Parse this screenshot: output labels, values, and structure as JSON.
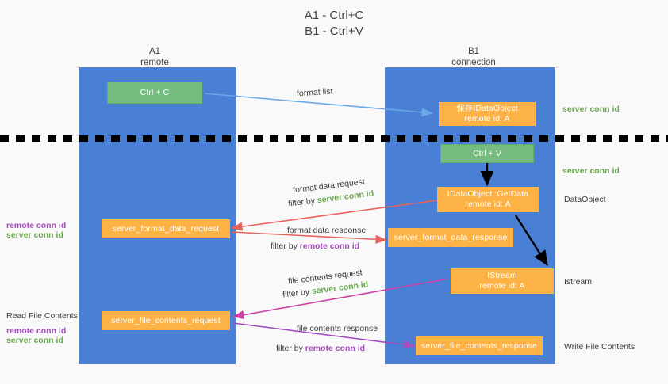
{
  "title": "A1 - Ctrl+C\nB1 - Ctrl+V",
  "columns": {
    "left": {
      "name": "A1",
      "sub": "remote",
      "header": "A1\nremote"
    },
    "right": {
      "name": "B1",
      "sub": "connection",
      "header": "B1\nconnection"
    }
  },
  "colors": {
    "lane": "#4a7fd6",
    "green_box": "#76bb7f",
    "orange_box": "#fcb245",
    "server_conn_green": "#6aa84f",
    "remote_conn_purple": "#a64dbf",
    "arrow_blue": "#6aa8e8",
    "arrow_red": "#e8635c",
    "arrow_magenta": "#cc3fa8",
    "arrow_purple": "#a64dbf",
    "arrow_black": "#000000",
    "background": "#f9f9f9",
    "text": "#3c3c3c"
  },
  "nodes": {
    "ctrl_c": "Ctrl + C",
    "ctrl_v": "Ctrl + V",
    "idataobject_remote": "保存IDataObject\nremote id: A",
    "idataobject_getdata": "IDataObject::GetData\nremote id: A",
    "istream": "IStream\nremote id: A",
    "server_format_data_request": "server_format_data_request",
    "server_format_data_response": "server_format_data_response",
    "server_file_contents_request": "server_file_contents_request",
    "server_file_contents_response": "server_file_contents_response"
  },
  "edge_labels": {
    "format_list": "format list",
    "format_data_request": "format data request",
    "format_data_request_filter_prefix": "filter by ",
    "format_data_request_filter_value": "server conn id",
    "format_data_response": "format data response",
    "format_data_response_filter_prefix": "filter by ",
    "format_data_response_filter_value": "remote conn id",
    "file_contents_request": "file contents request",
    "file_contents_request_filter_prefix": "filter by ",
    "file_contents_request_filter_value": "server conn id",
    "file_contents_response": "file contents response",
    "file_contents_response_filter_prefix": "filter by ",
    "file_contents_response_filter_value": "remote conn id"
  },
  "side_labels": {
    "right_server_conn_id_top": "server conn id",
    "right_server_conn_id_mid": "server conn id",
    "right_dataobject": "DataObject",
    "right_istream": "Istream",
    "right_write_file_contents": "Write File Contents",
    "left_remote_conn_id_1": "remote conn id",
    "left_server_conn_id_1": "server conn id",
    "left_read_file_contents": "Read File Contents",
    "left_remote_conn_id_2": "remote conn id",
    "left_server_conn_id_2": "server conn id"
  }
}
